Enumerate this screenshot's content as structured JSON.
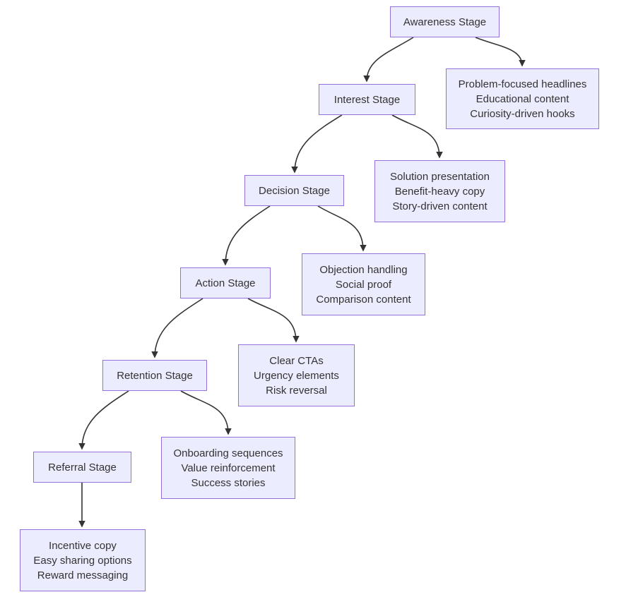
{
  "diagram": {
    "type": "flowchart",
    "direction": "top-down",
    "colors": {
      "node_fill": "#ECECFF",
      "node_border": "#9370DB",
      "edge": "#333333",
      "text": "#333333",
      "background": "#ffffff"
    },
    "nodes": {
      "awareness": {
        "label": "Awareness Stage"
      },
      "interest": {
        "label": "Interest Stage"
      },
      "decision": {
        "label": "Decision Stage"
      },
      "action": {
        "label": "Action Stage"
      },
      "retention": {
        "label": "Retention Stage"
      },
      "referral": {
        "label": "Referral Stage"
      },
      "awareness_tactics": {
        "lines": [
          "Problem-focused headlines",
          "Educational content",
          "Curiosity-driven hooks"
        ]
      },
      "interest_tactics": {
        "lines": [
          "Solution presentation",
          "Benefit-heavy copy",
          "Story-driven content"
        ]
      },
      "decision_tactics": {
        "lines": [
          "Objection handling",
          "Social proof",
          "Comparison content"
        ]
      },
      "action_tactics": {
        "lines": [
          "Clear CTAs",
          "Urgency elements",
          "Risk reversal"
        ]
      },
      "retention_tactics": {
        "lines": [
          "Onboarding sequences",
          "Value reinforcement",
          "Success stories"
        ]
      },
      "referral_tactics": {
        "lines": [
          "Incentive copy",
          "Easy sharing options",
          "Reward messaging"
        ]
      }
    },
    "edges": [
      {
        "from": "awareness",
        "to": "interest"
      },
      {
        "from": "awareness",
        "to": "awareness_tactics"
      },
      {
        "from": "interest",
        "to": "decision"
      },
      {
        "from": "interest",
        "to": "interest_tactics"
      },
      {
        "from": "decision",
        "to": "action"
      },
      {
        "from": "decision",
        "to": "decision_tactics"
      },
      {
        "from": "action",
        "to": "retention"
      },
      {
        "from": "action",
        "to": "action_tactics"
      },
      {
        "from": "retention",
        "to": "referral"
      },
      {
        "from": "retention",
        "to": "retention_tactics"
      },
      {
        "from": "referral",
        "to": "referral_tactics"
      }
    ]
  }
}
